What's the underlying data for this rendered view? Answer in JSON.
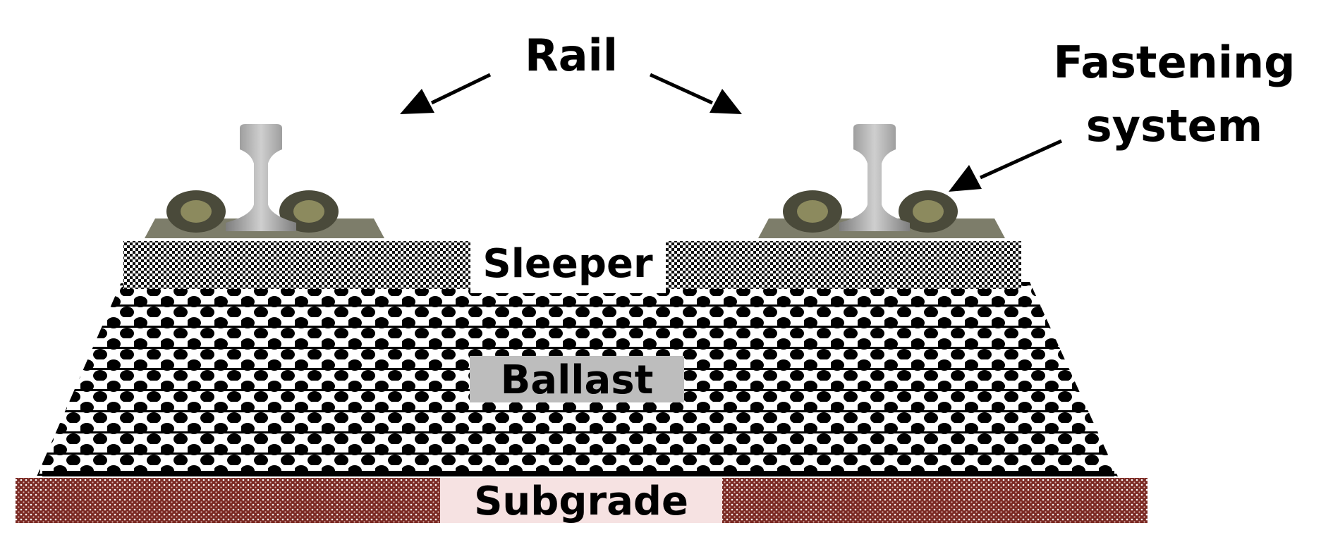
{
  "labels": {
    "rail": "Rail",
    "fastening_line1": "Fastening",
    "fastening_line2": "system",
    "sleeper": "Sleeper",
    "ballast": "Ballast",
    "subgrade": "Subgrade"
  },
  "colors": {
    "subgrade_fill": "#7b2a24",
    "subgrade_label_bg": "#f6e2e2",
    "ballast_label_bg": "#bdbdbd",
    "ballast_fill": "#000000",
    "rail_steel": "#9a9a9a",
    "fastening": "#4a4a3a"
  }
}
